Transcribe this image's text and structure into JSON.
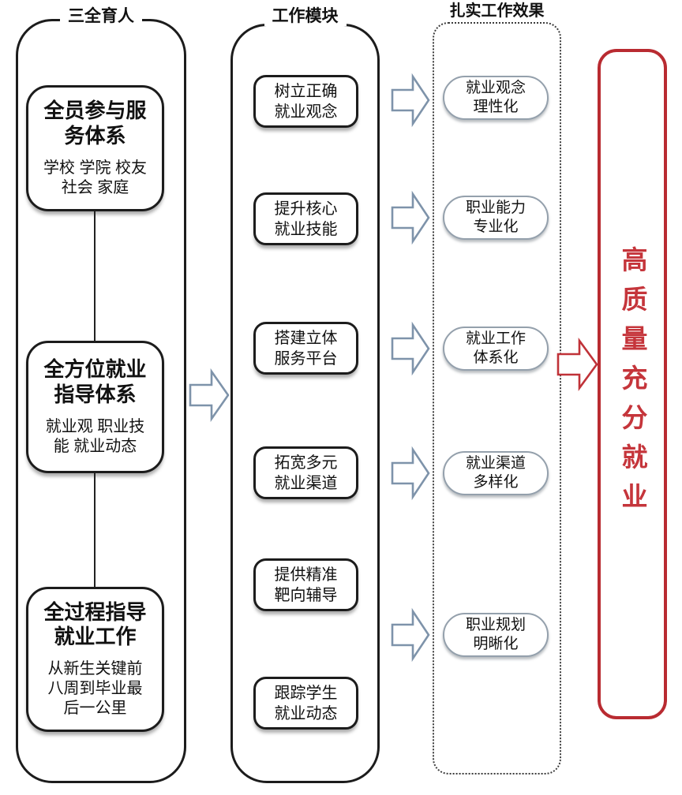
{
  "colors": {
    "frame_border": "#1c1c1c",
    "pill_border": "#94a0ac",
    "arrow_blue": "#7e93aa",
    "goal_red": "#c03238"
  },
  "left_column": {
    "header": "三全育人",
    "boxes": [
      {
        "title": "全员参与服\n务体系",
        "subtitle": "学校 学院 校友\n社会 家庭"
      },
      {
        "title": "全方位就业\n指导体系",
        "subtitle": "就业观 职业技\n能 就业动态"
      },
      {
        "title": "全过程指导\n就业工作",
        "subtitle": "从新生关键前\n八周到毕业最\n后一公里"
      }
    ]
  },
  "middle_column": {
    "header": "工作模块",
    "boxes": [
      {
        "label": "树立正确\n就业观念"
      },
      {
        "label": "提升核心\n就业技能"
      },
      {
        "label": "搭建立体\n服务平台"
      },
      {
        "label": "拓宽多元\n就业渠道"
      },
      {
        "label": "提供精准\n靶向辅导"
      },
      {
        "label": "跟踪学生\n就业动态"
      }
    ]
  },
  "effects_column": {
    "header": "扎实工作效果",
    "boxes": [
      {
        "label": "就业观念\n理性化"
      },
      {
        "label": "职业能力\n专业化"
      },
      {
        "label": "就业工作\n体系化"
      },
      {
        "label": "就业渠道\n多样化"
      },
      {
        "label": "职业规划\n明晰化"
      }
    ]
  },
  "goal": {
    "label": "高质量充分就业"
  }
}
